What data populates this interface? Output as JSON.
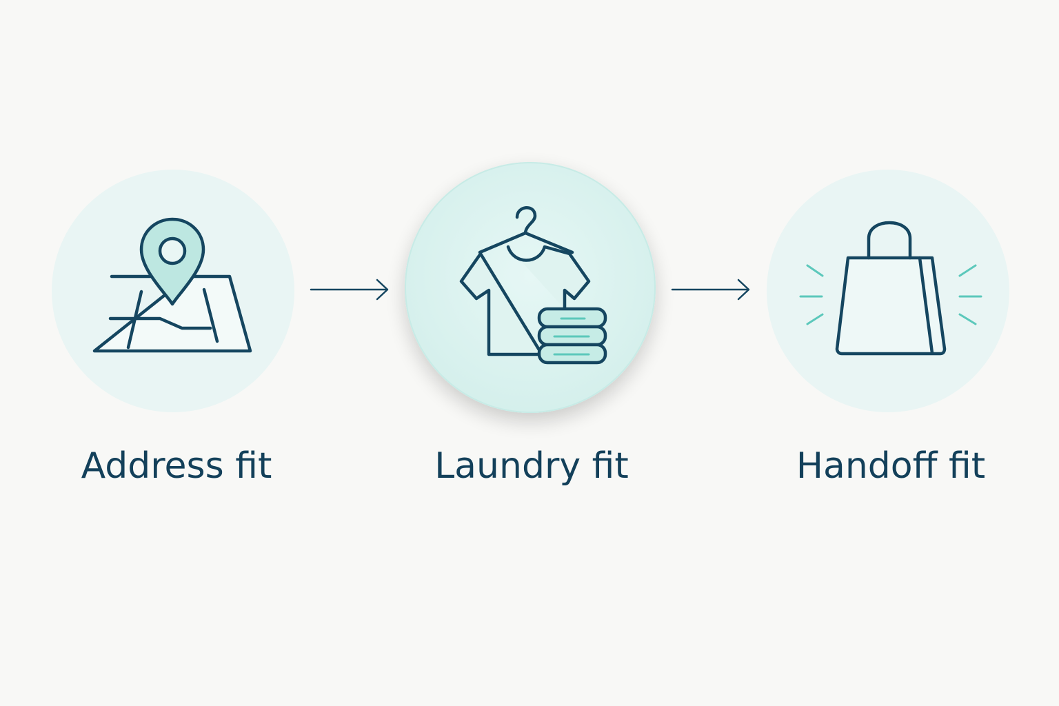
{
  "steps": [
    {
      "label": "Address fit",
      "icon": "map-pin-icon"
    },
    {
      "label": "Laundry fit",
      "icon": "shirt-hanger-stack-icon"
    },
    {
      "label": "Handoff fit",
      "icon": "shopping-bag-icon"
    }
  ],
  "colors": {
    "background": "#f8f8f6",
    "circle_fill": "#e8f5f4",
    "circle_fill_active": "#d7f1ee",
    "stroke": "#154660",
    "accent": "#5cc8bb",
    "accent_light": "#bfe9e3",
    "text": "#13405a"
  }
}
